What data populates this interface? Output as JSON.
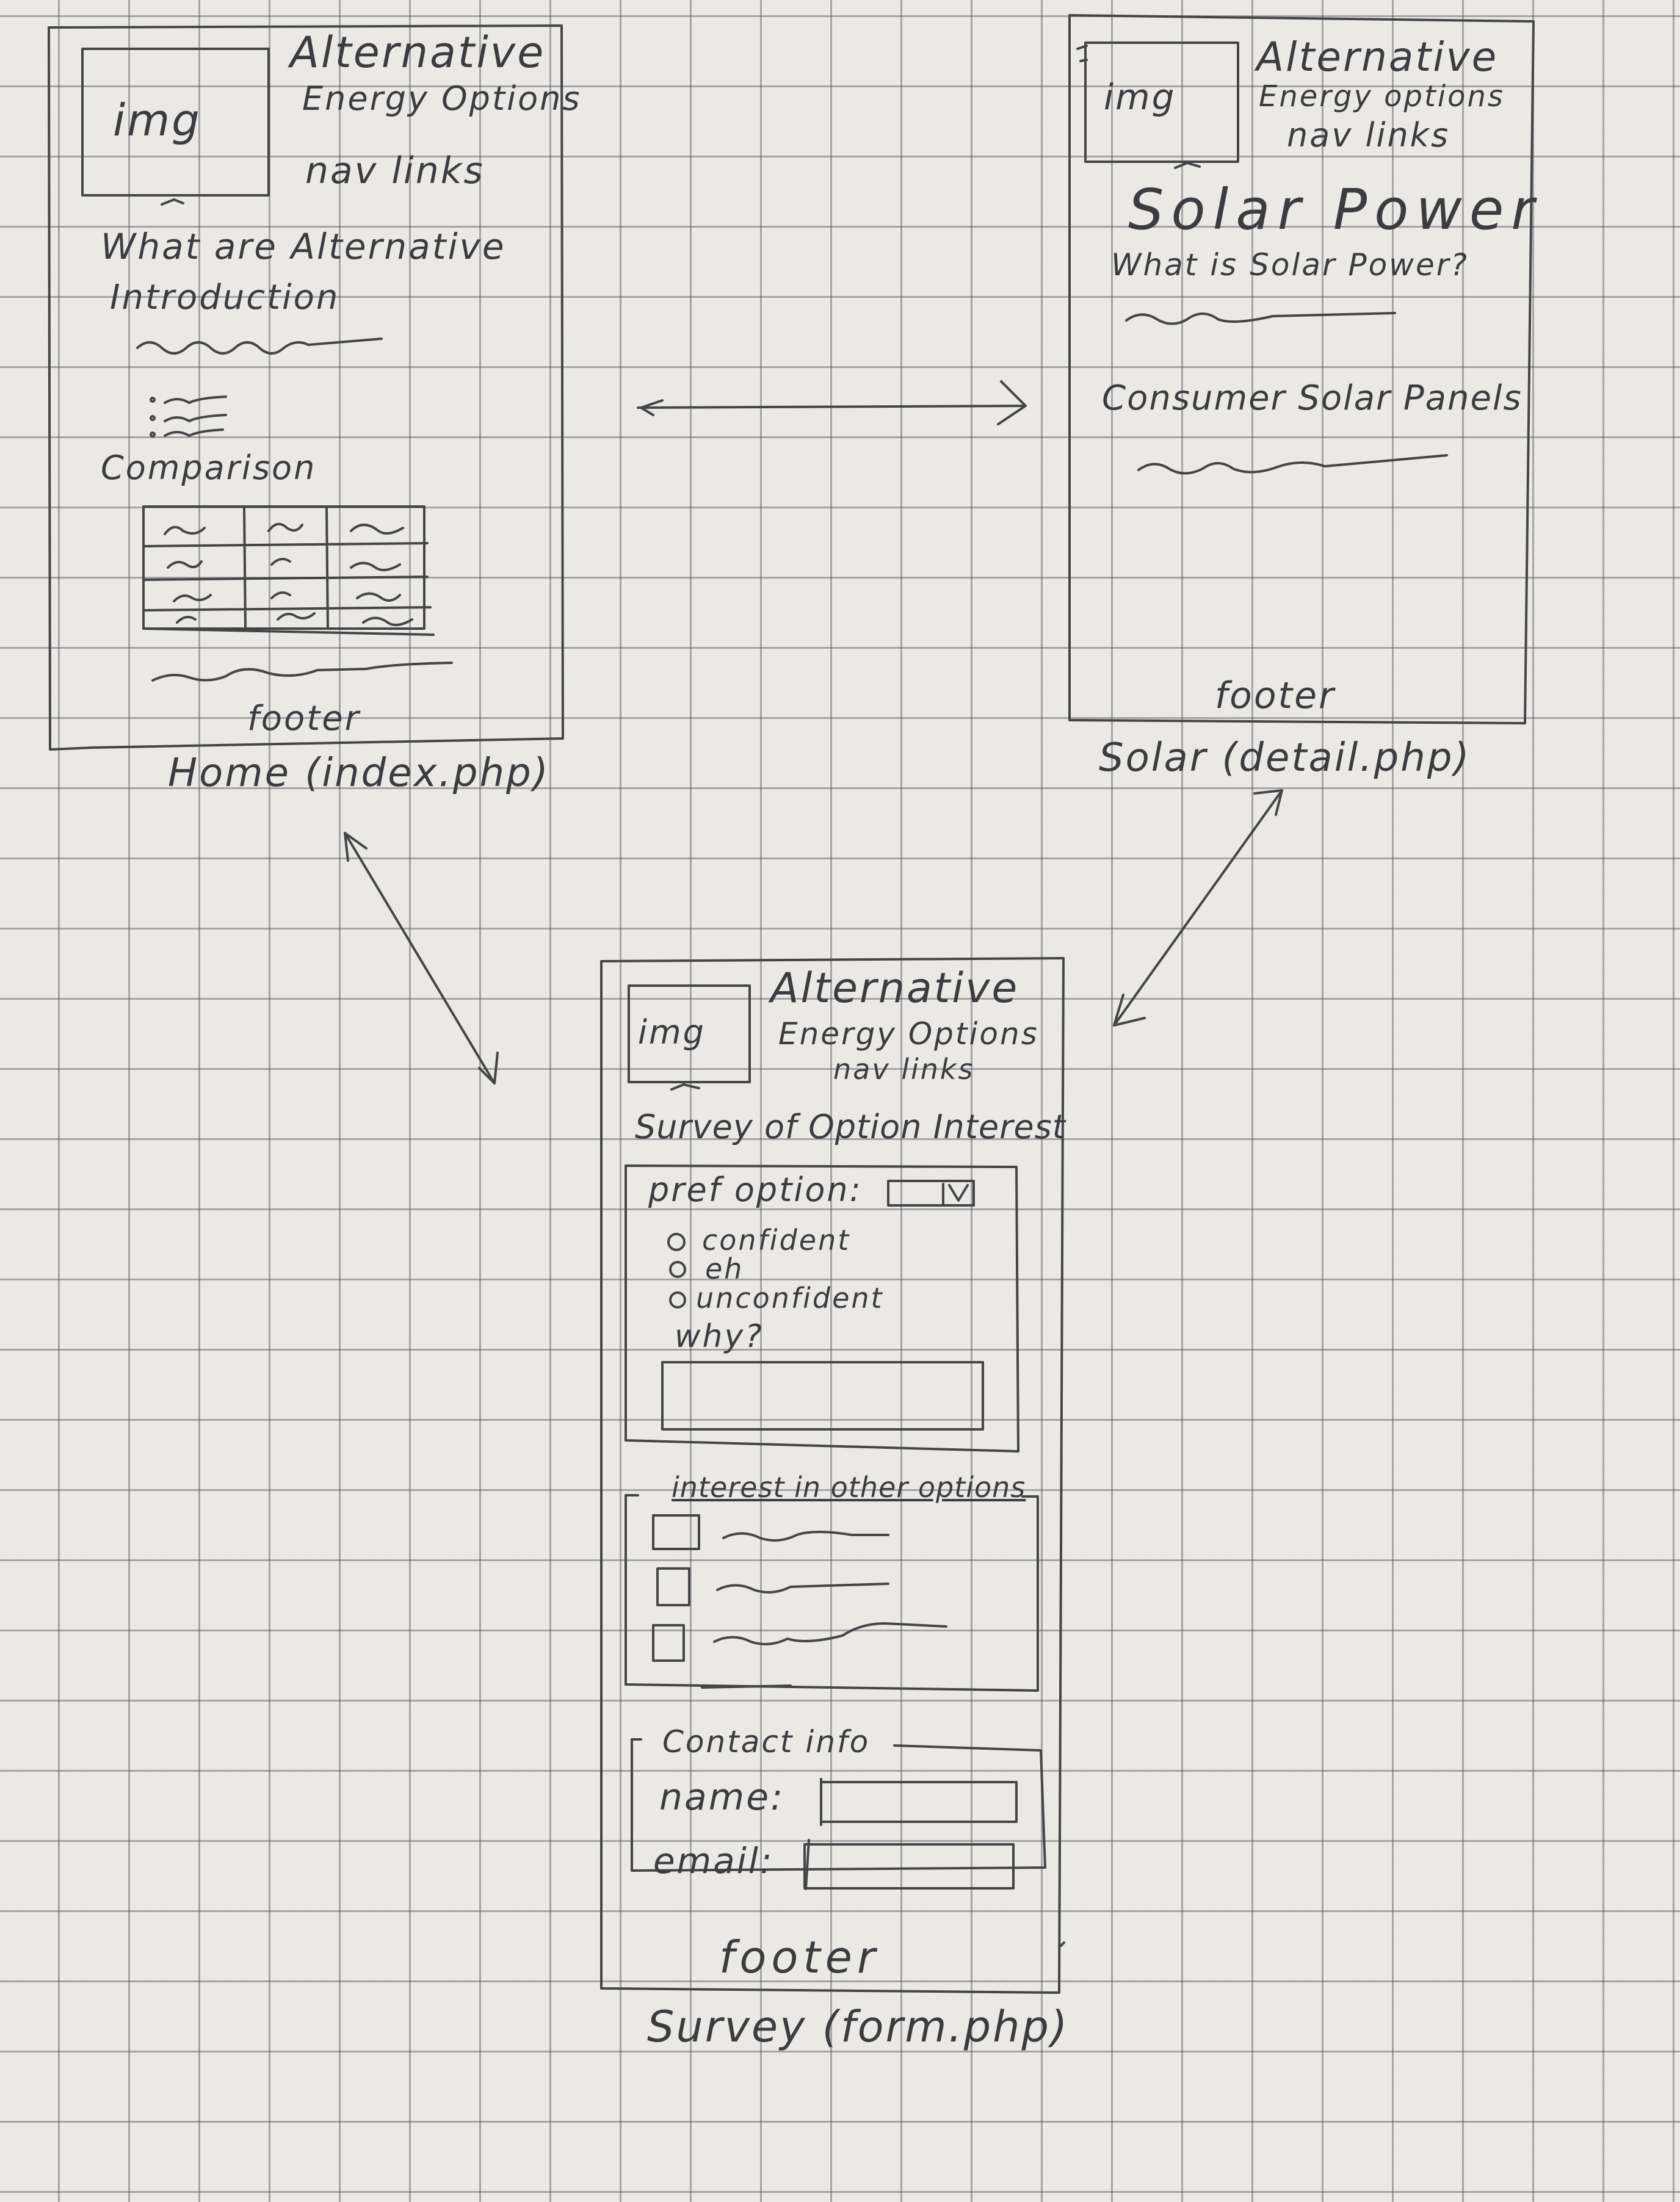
{
  "home": {
    "img": "img",
    "title": "Alternative",
    "subtitle": "Energy Options",
    "nav": "nav links",
    "heading": "What are Alternative",
    "intro": "Introduction",
    "comparison": "Comparison",
    "footer": "footer",
    "label": "Home (index.php)"
  },
  "solar": {
    "img": "img",
    "title": "Alternative",
    "subtitle": "Energy options",
    "nav": "nav links",
    "heading": "Solar Power",
    "question": "What is Solar Power?",
    "consumer": "Consumer Solar Panels",
    "footer": "footer",
    "label": "Solar (detail.php)"
  },
  "survey": {
    "img": "img",
    "title": "Alternative",
    "subtitle": "Energy Options",
    "nav": "nav links",
    "heading": "Survey of Option Interest",
    "pref_option": "pref option:",
    "radios": [
      "confident",
      "eh",
      "unconfident"
    ],
    "why": "why?",
    "interest_legend": "interest in other options",
    "contact_legend": "Contact info",
    "name_label": "name:",
    "email_label": "email:",
    "footer": "footer",
    "label": "Survey (form.php)"
  }
}
